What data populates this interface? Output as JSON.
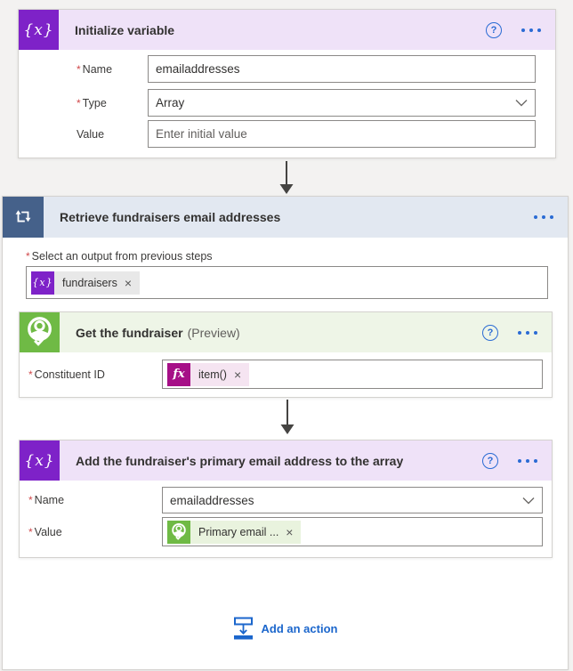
{
  "glyphs": {
    "help": "?",
    "close": "×",
    "variable": "{x}",
    "fx": "fx",
    "required": "*"
  },
  "colors": {
    "accent_blue": "#2a6bd4",
    "variable_purple": "#7e22c8",
    "loop_steel_blue": "#45618a",
    "connector_green": "#6fba45",
    "fx_magenta": "#a60f87",
    "header_lavender": "#efe2f8",
    "header_bluegray": "#e2e8f1",
    "header_lightgreen": "#eef5e7"
  },
  "card_initialize": {
    "title": "Initialize variable",
    "rows": {
      "name": {
        "label": "Name",
        "value": "emailaddresses"
      },
      "type": {
        "label": "Type",
        "value": "Array"
      },
      "value": {
        "label": "Value",
        "placeholder": "Enter initial value"
      }
    }
  },
  "loop": {
    "title": "Retrieve fundraisers email addresses",
    "select_label": "Select an output from previous steps",
    "select_token": {
      "label": "fundraisers"
    },
    "card_get": {
      "title": "Get the fundraiser",
      "suffix": "(Preview)",
      "row": {
        "label": "Constituent ID",
        "token": "item()"
      }
    },
    "card_append": {
      "title": "Add the fundraiser's primary email address to the array",
      "rows": {
        "name": {
          "label": "Name",
          "value": "emailaddresses"
        },
        "value": {
          "label": "Value",
          "token": "Primary email ..."
        }
      }
    },
    "add_action_label": "Add an action"
  }
}
